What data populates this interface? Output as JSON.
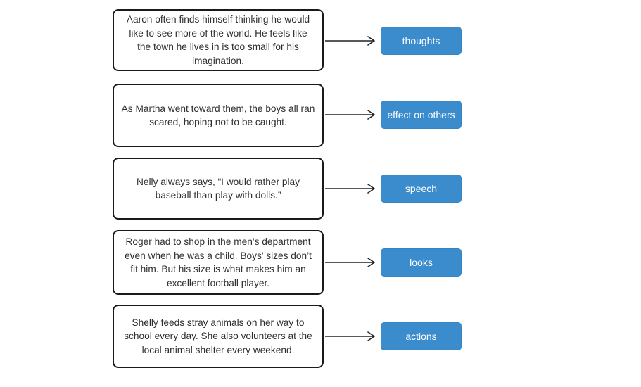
{
  "rows": [
    {
      "statement": "Aaron often finds himself thinking he would like to see more of the world. He feels like the town he lives in is too small for his imagination.",
      "label": "thoughts"
    },
    {
      "statement": "As Martha went toward them, the boys all ran scared, hoping not to be caught.",
      "label": "effect on others"
    },
    {
      "statement": "Nelly always says, “I would rather play baseball than play with dolls.”",
      "label": "speech"
    },
    {
      "statement": "Roger had to shop in the men’s department even when he was a child. Boys' sizes don’t fit him. But his size is what makes him an excellent football player.",
      "label": "looks"
    },
    {
      "statement": "Shelly feeds stray animals on her way to school every day. She also volunteers at the local animal shelter every weekend.",
      "label": "actions"
    }
  ],
  "colors": {
    "button_background": "#3b8ccd",
    "button_text": "#ffffff",
    "box_border": "#1a1a1a",
    "statement_text": "#2e2e2e",
    "arrow": "#222222",
    "page_background": "#ffffff"
  }
}
